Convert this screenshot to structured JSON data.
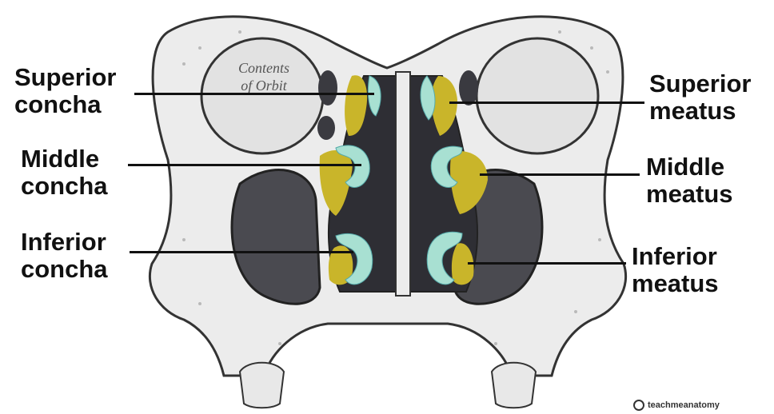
{
  "labels": {
    "superior_concha": [
      "Superior",
      "concha"
    ],
    "middle_concha": [
      "Middle",
      "concha"
    ],
    "inferior_concha": [
      "Inferior",
      "concha"
    ],
    "superior_meatus": [
      "Superior",
      "meatus"
    ],
    "middle_meatus": [
      "Middle",
      "meatus"
    ],
    "inferior_meatus": [
      "Inferior",
      "meatus"
    ]
  },
  "orbit_caption": [
    "Contents",
    "of Orbit"
  ],
  "watermark": "teachmeanatomy",
  "colors": {
    "concha": "#a8e0d2",
    "meatus": "#c9b52a",
    "cavity": "#2e2e34",
    "bone": "#ececec",
    "label": "#111111"
  }
}
